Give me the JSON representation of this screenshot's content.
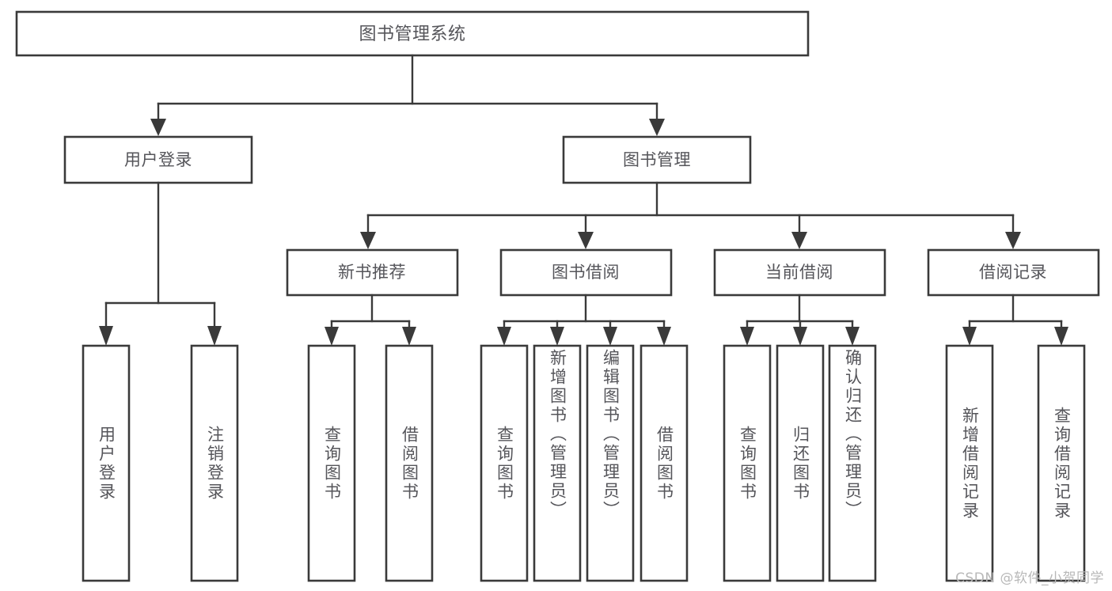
{
  "diagram": {
    "title_node": {
      "label": "图书管理系统"
    },
    "level1": [
      {
        "label": "用户登录"
      },
      {
        "label": "图书管理"
      }
    ],
    "level2": [
      {
        "label": "新书推荐"
      },
      {
        "label": "图书借阅"
      },
      {
        "label": "当前借阅"
      },
      {
        "label": "借阅记录"
      }
    ],
    "leaves": {
      "user_login": [
        {
          "label": "用户登录"
        },
        {
          "label": "注销登录"
        }
      ],
      "new_book_recommend": [
        {
          "label": "查询图书"
        },
        {
          "label": "借阅图书"
        }
      ],
      "book_borrow": [
        {
          "label": "查询图书"
        },
        {
          "label": "新增图书（管理员）"
        },
        {
          "label": "编辑图书（管理员）"
        },
        {
          "label": "借阅图书"
        }
      ],
      "current_borrow": [
        {
          "label": "查询图书"
        },
        {
          "label": "归还图书"
        },
        {
          "label": "确认归还（管理员）"
        }
      ],
      "borrow_record": [
        {
          "label": "新增借阅记录"
        },
        {
          "label": "查询借阅记录"
        }
      ]
    }
  },
  "watermark": {
    "text": "CSDN @软件_小贺同学"
  },
  "colors": {
    "box_stroke": "#3a3a3a",
    "text": "#55555a",
    "background": "#ffffff",
    "watermark": "#b8b8b8"
  }
}
